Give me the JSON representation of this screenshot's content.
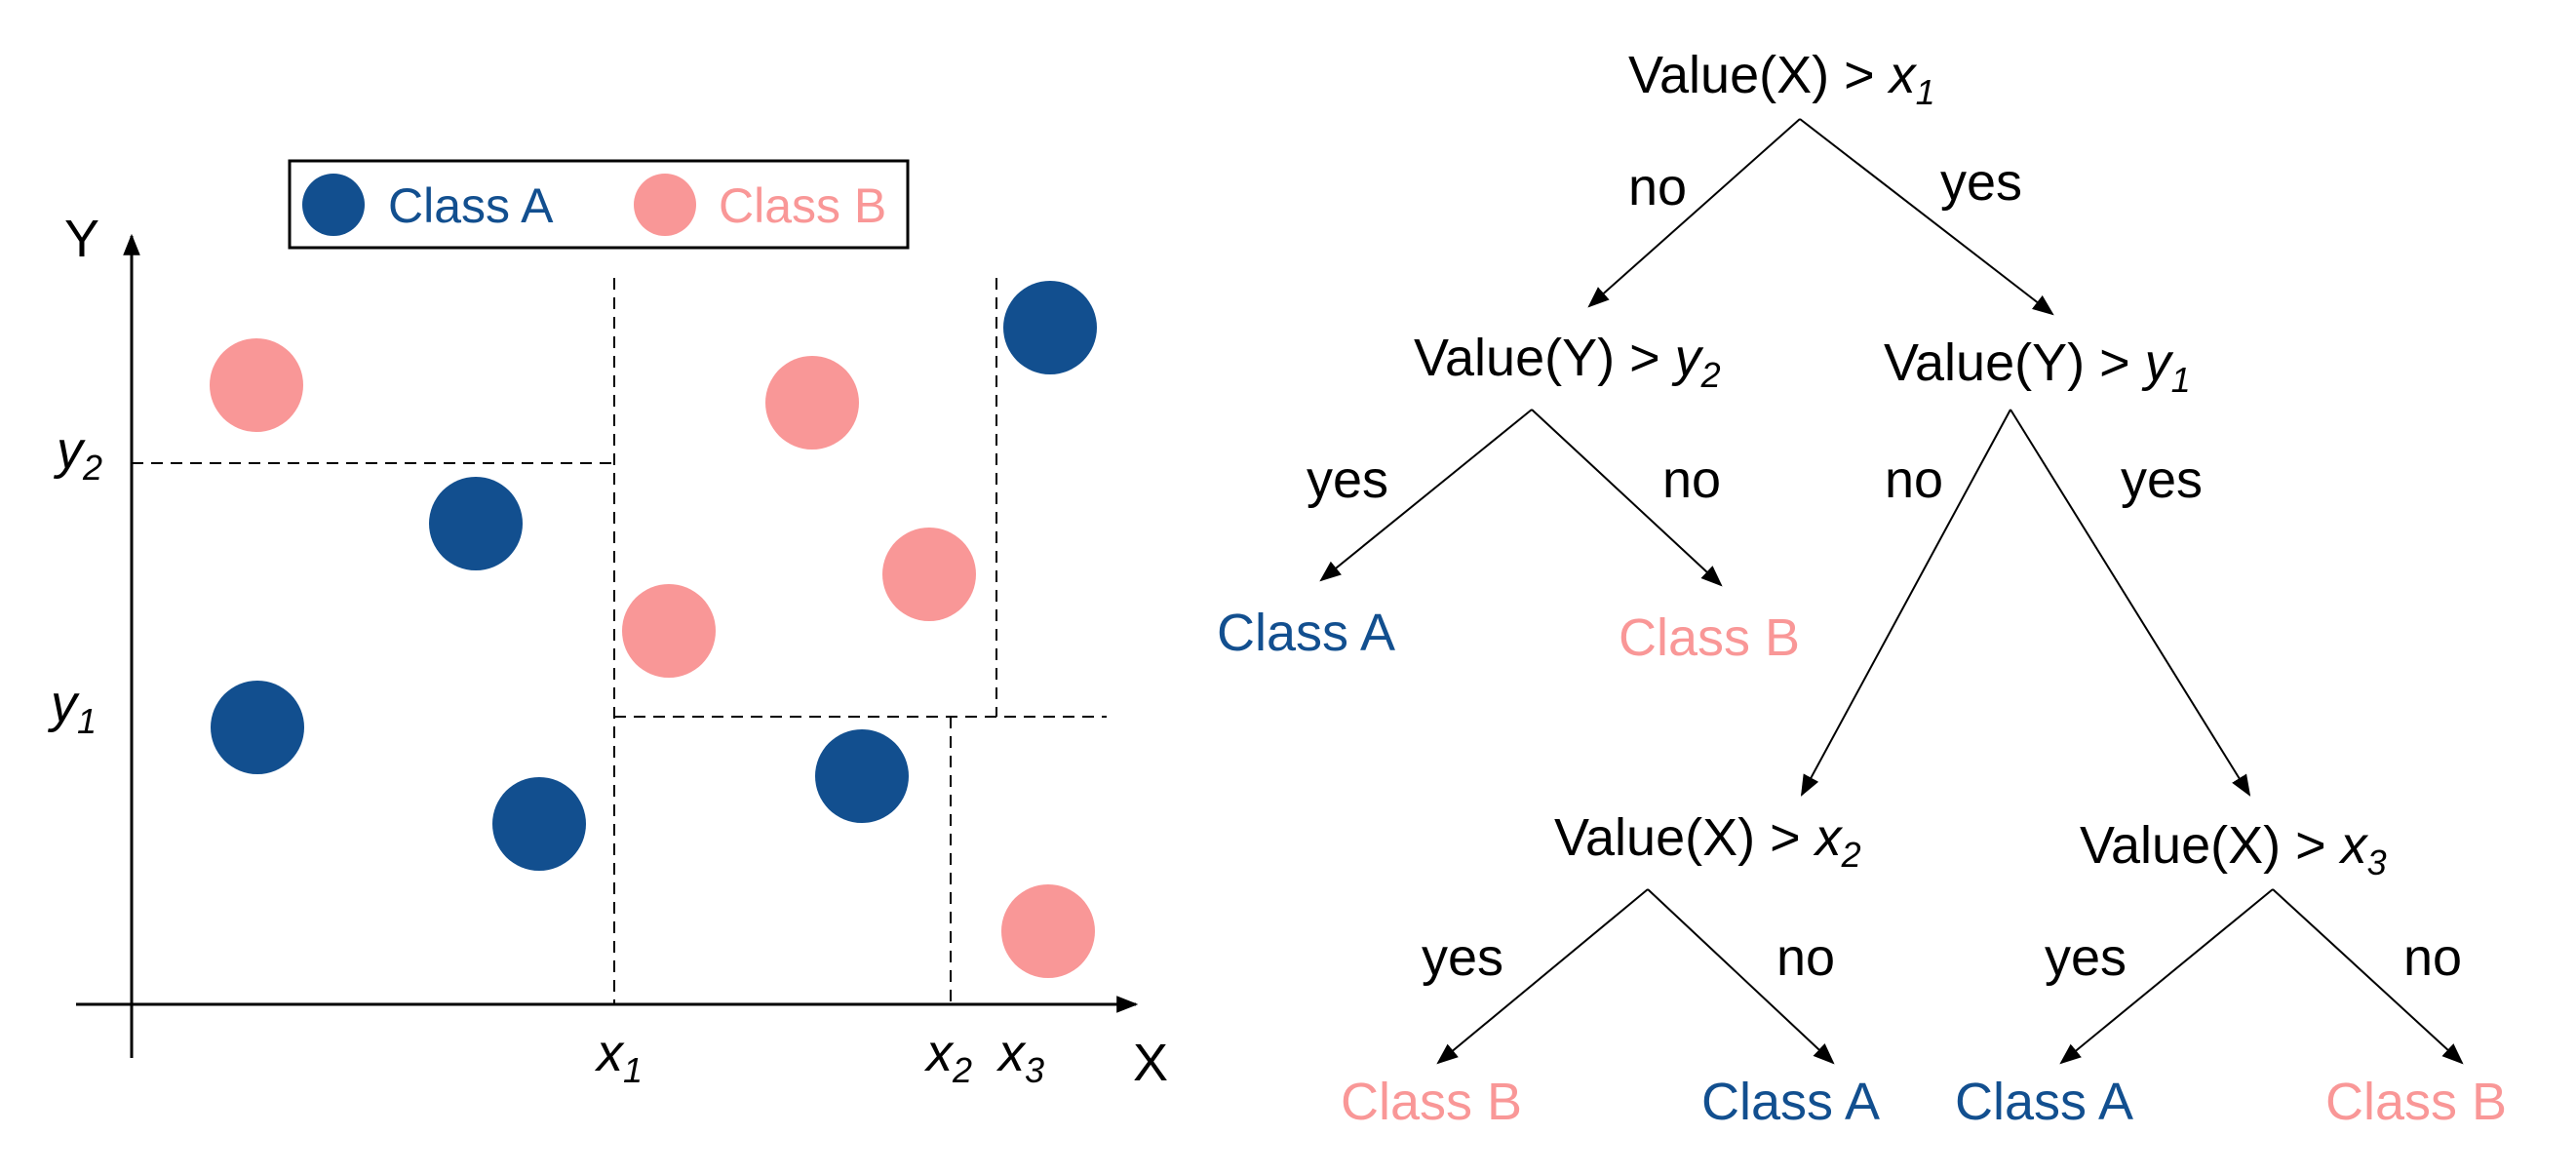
{
  "colors": {
    "class_a": "#124f8f",
    "class_b": "#f99797",
    "line": "#000000"
  },
  "legend": {
    "class_a_label": "Class A",
    "class_b_label": "Class B"
  },
  "scatter": {
    "x_axis_label": "X",
    "y_axis_label": "Y",
    "x_ticks": [
      {
        "base": "x",
        "sub": "1"
      },
      {
        "base": "x",
        "sub": "2"
      },
      {
        "base": "x",
        "sub": "3"
      }
    ],
    "y_ticks": [
      {
        "base": "y",
        "sub": "2"
      },
      {
        "base": "y",
        "sub": "1"
      }
    ]
  },
  "tree": {
    "nodes": [
      {
        "id": "root",
        "prefix": "Value(X) > ",
        "var": "x",
        "sub": "1"
      },
      {
        "id": "left",
        "prefix": "Value(Y) > ",
        "var": "y",
        "sub": "2"
      },
      {
        "id": "right",
        "prefix": "Value(Y) > ",
        "var": "y",
        "sub": "1"
      },
      {
        "id": "rl",
        "prefix": "Value(X) > ",
        "var": "x",
        "sub": "2"
      },
      {
        "id": "rr",
        "prefix": "Value(X) > ",
        "var": "x",
        "sub": "3"
      }
    ],
    "edges": [
      {
        "id": "root-left",
        "label": "no"
      },
      {
        "id": "root-right",
        "label": "yes"
      },
      {
        "id": "left-leaf1",
        "label": "yes"
      },
      {
        "id": "left-leaf2",
        "label": "no"
      },
      {
        "id": "right-rl",
        "label": "no"
      },
      {
        "id": "right-rr",
        "label": "yes"
      },
      {
        "id": "rl-leaf1",
        "label": "yes"
      },
      {
        "id": "rl-leaf2",
        "label": "no"
      },
      {
        "id": "rr-leaf1",
        "label": "yes"
      },
      {
        "id": "rr-leaf2",
        "label": "no"
      }
    ],
    "leaves": [
      {
        "id": "left-leaf1",
        "label": "Class A",
        "class": "A"
      },
      {
        "id": "left-leaf2",
        "label": "Class B",
        "class": "B"
      },
      {
        "id": "rl-leaf1",
        "label": "Class B",
        "class": "B"
      },
      {
        "id": "rl-leaf2",
        "label": "Class A",
        "class": "A"
      },
      {
        "id": "rr-leaf1",
        "label": "Class A",
        "class": "A"
      },
      {
        "id": "rr-leaf2",
        "label": "Class B",
        "class": "B"
      }
    ]
  }
}
